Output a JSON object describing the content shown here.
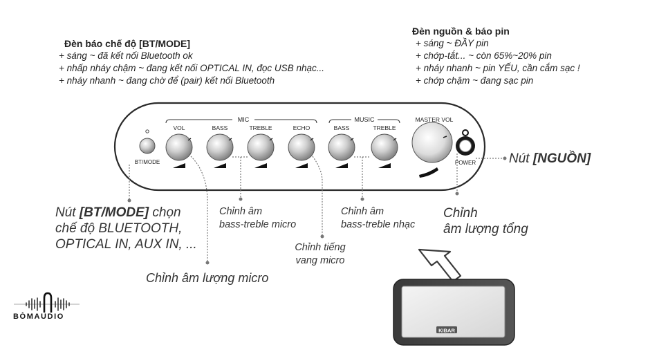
{
  "mode_led": {
    "title": "Đèn báo chế độ [BT/MODE]",
    "lines": [
      "+ sáng ~ đã kết nối Bluetooth ok",
      "+ nhấp nháy chậm ~ đang kết nối OPTICAL IN, đọc USB nhạc...",
      "+ nháy nhanh ~ đang chờ để (pair) kết nối Bluetooth"
    ]
  },
  "power_led": {
    "title": "Đèn nguồn & báo pin",
    "lines": [
      "+ sáng ~ ĐẦY pin",
      "+ chớp-tắt... ~ còn 65%~20% pin",
      "+ nháy nhanh ~ pin YẾU, cần cắm sạc !",
      "+ chớp chậm ~ đang sạc pin"
    ]
  },
  "panel": {
    "mic_group": "MIC",
    "music_group": "MUSIC",
    "knobs": {
      "vol": "VOL",
      "mic_bass": "BASS",
      "mic_treble": "TREBLE",
      "echo": "ECHO",
      "music_bass": "BASS",
      "music_treble": "TREBLE",
      "master": "MASTER VOL"
    },
    "btmode_label": "BT/MODE",
    "power_label": "POWER"
  },
  "callouts": {
    "power_btn_prefix": "Nút ",
    "power_btn_bold": "[NGUỒN]",
    "btmode_prefix": "Nút ",
    "btmode_bold": "[BT/MODE]",
    "btmode_suffix": " chọn",
    "btmode_line2": "chế độ BLUETOOTH,",
    "btmode_line3": "OPTICAL IN, AUX IN, ...",
    "mic_bt_line1": "Chỉnh âm",
    "mic_bt_line2": "bass-treble micro",
    "music_bt_line1": "Chỉnh âm",
    "music_bt_line2": "bass-treble nhạc",
    "echo_line1": "Chỉnh tiếng",
    "echo_line2": "vang micro",
    "master_line1": "Chỉnh",
    "master_line2": "âm lượng tổng",
    "mic_vol": "Chỉnh âm lượng micro"
  },
  "logo": {
    "text": "BÒMAUDIO"
  },
  "speaker_badge": "KIBAR"
}
